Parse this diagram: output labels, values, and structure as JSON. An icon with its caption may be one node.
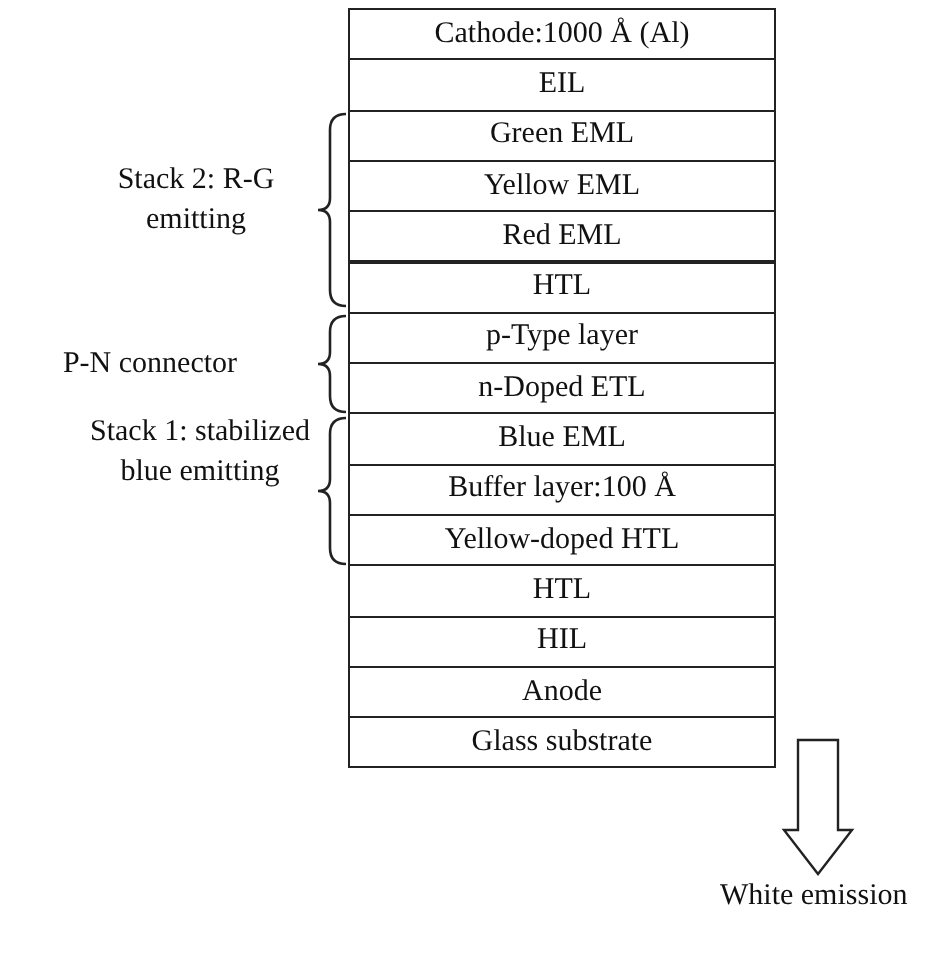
{
  "diagram": {
    "nodes": [
      {
        "text": [
          "Cathode:1000 Å (Al)"
        ]
      },
      {
        "text": [
          "EIL"
        ]
      },
      {
        "text": [
          "Green EML"
        ]
      },
      {
        "text": [
          "Yellow EML"
        ]
      },
      {
        "text": [
          "Red EML"
        ]
      },
      {
        "text": [
          "HTL"
        ]
      },
      {
        "text": [
          "p-Type layer"
        ]
      },
      {
        "text": [
          "n-Doped ETL"
        ]
      },
      {
        "text": [
          "Blue EML"
        ]
      },
      {
        "text": [
          "Buffer layer:100 Å"
        ]
      },
      {
        "text": [
          "Yellow-doped HTL"
        ]
      },
      {
        "text": [
          "HTL"
        ]
      },
      {
        "text": [
          "HIL"
        ]
      },
      {
        "text": [
          "Anode"
        ]
      },
      {
        "text": [
          "Glass substrate"
        ]
      },
      {
        "text": [
          "White emission"
        ]
      }
    ],
    "edges": [
      {
        "from": null,
        "to": 15,
        "arrow": "to"
      }
    ],
    "labels": [
      "Stack 2: R-G emitting",
      "P-N connector",
      "Stack 1: stabilized blue emitting"
    ]
  }
}
